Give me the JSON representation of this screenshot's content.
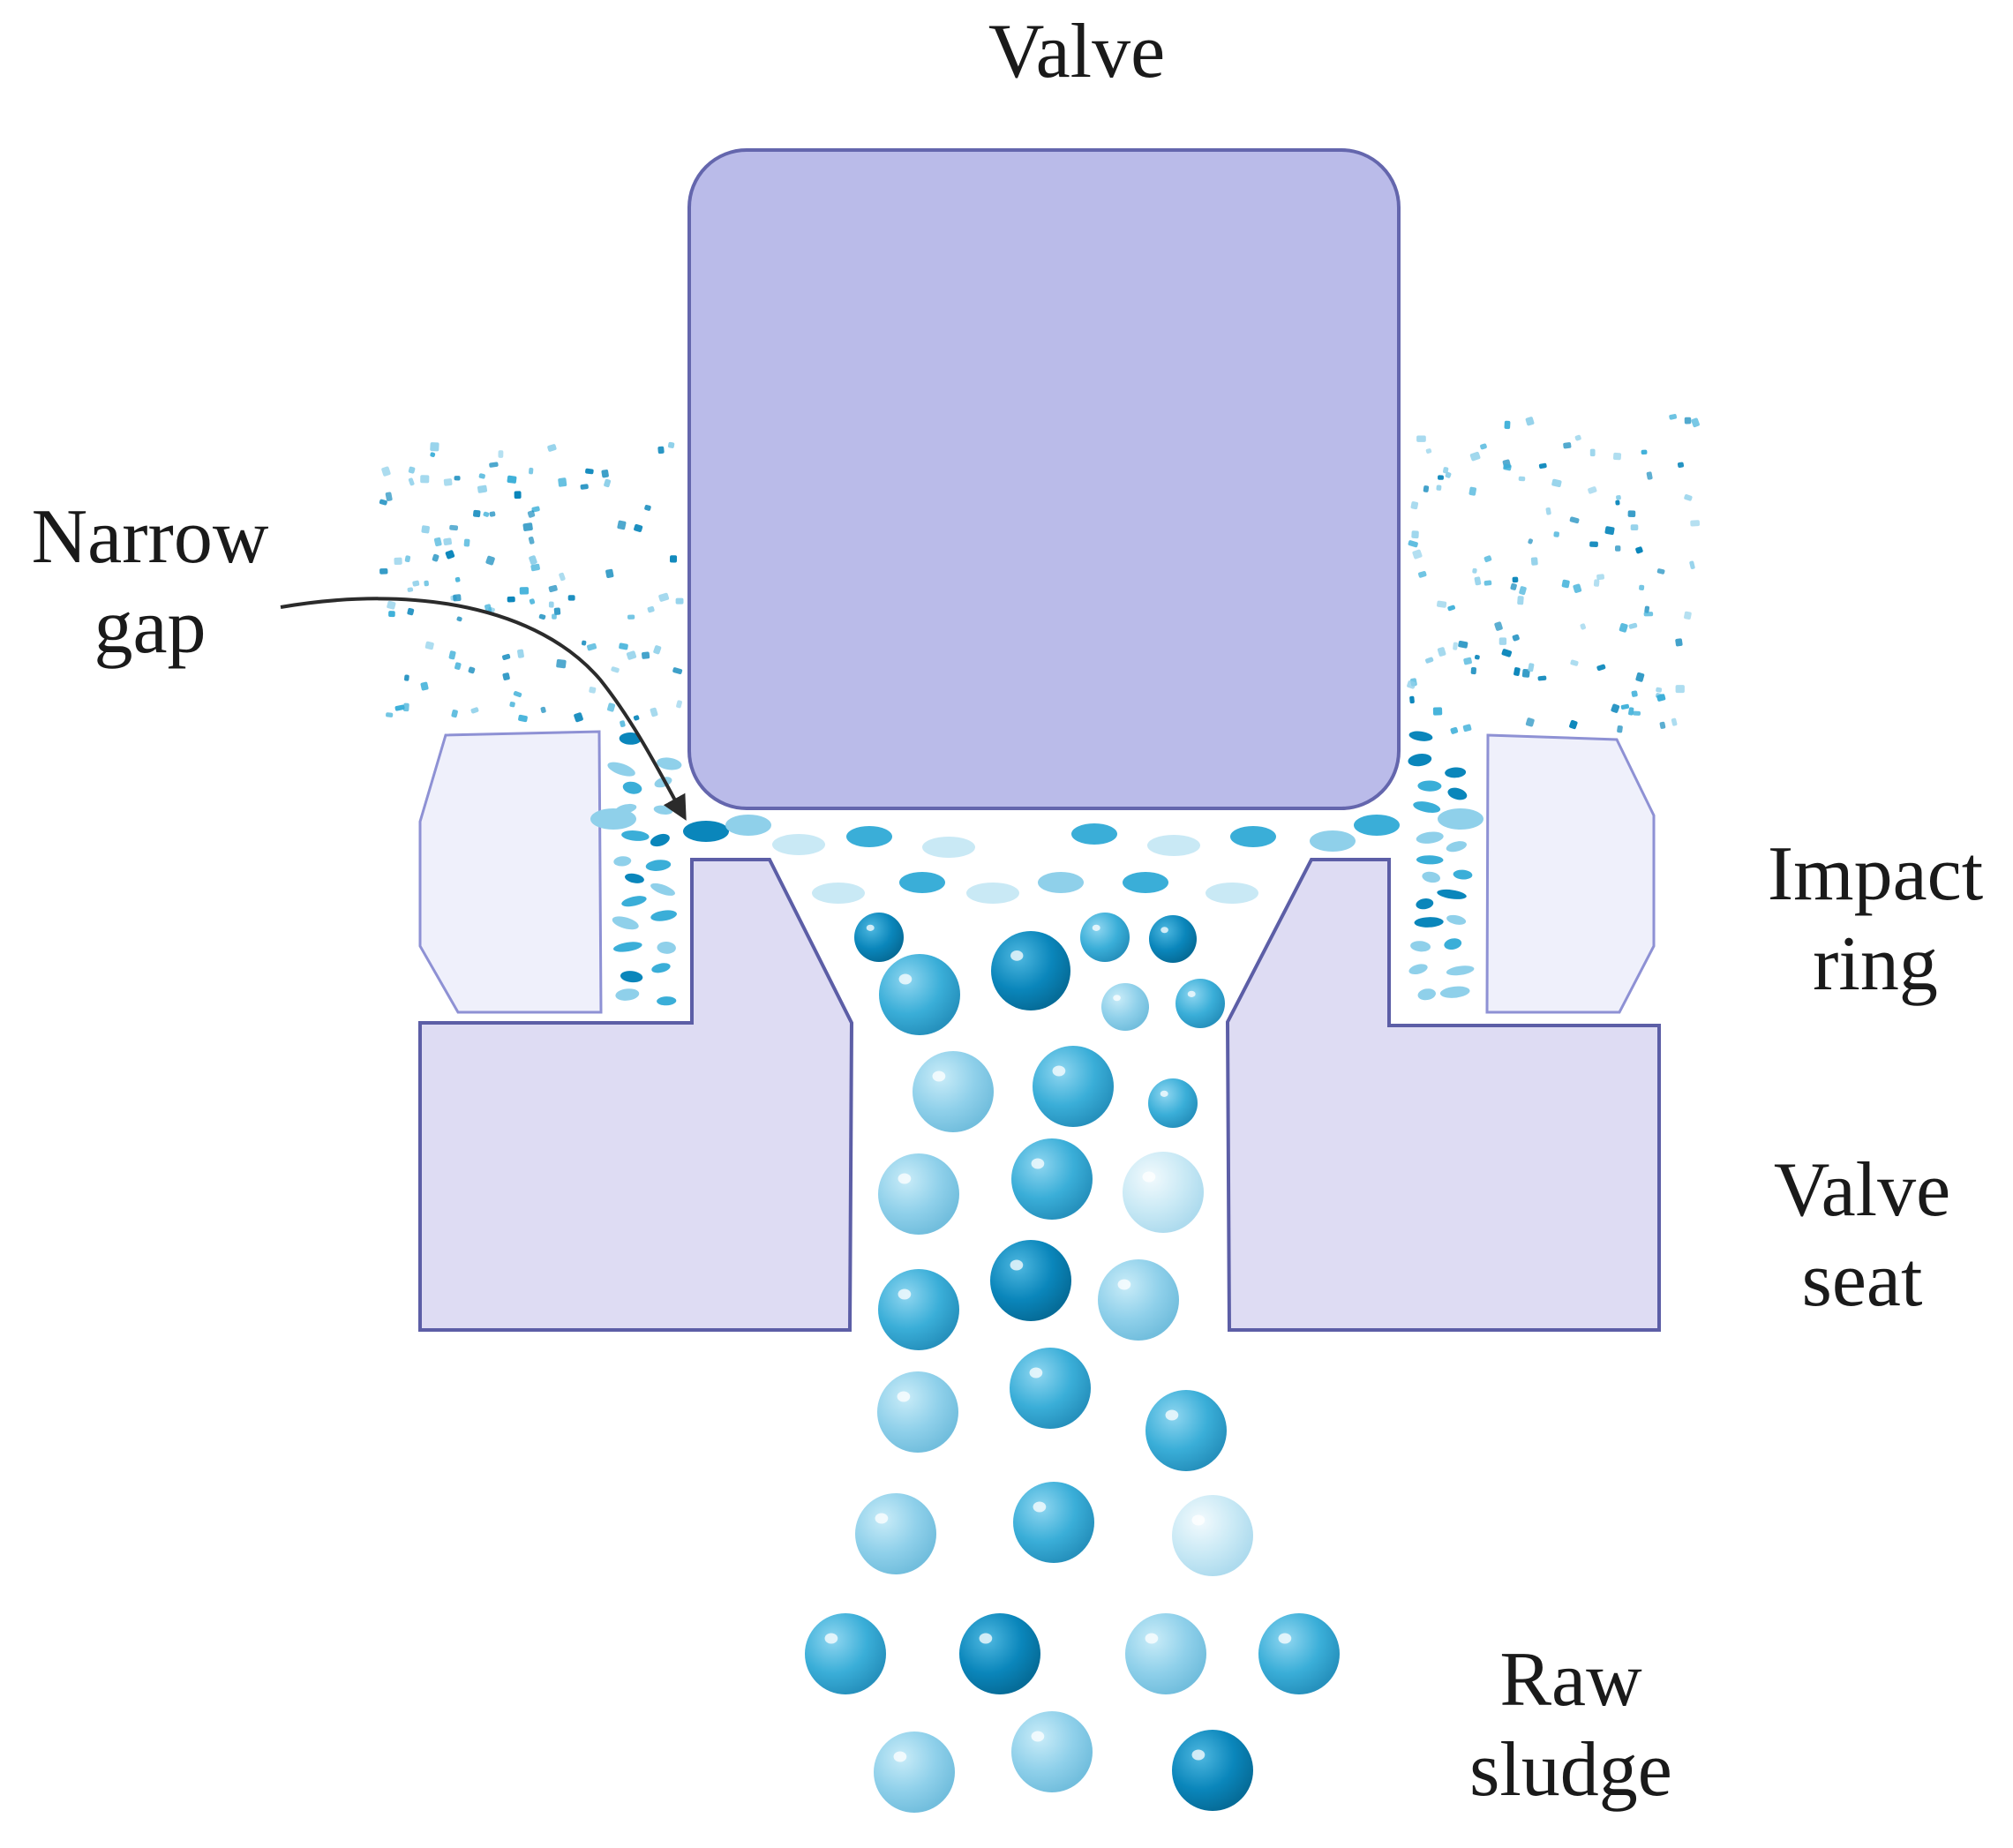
{
  "labels": {
    "valve": "Valve",
    "narrow_gap": [
      "Narrow",
      "gap"
    ],
    "impact_ring": [
      "Impact",
      "ring"
    ],
    "valve_seat": [
      "Valve",
      "seat"
    ],
    "raw_sludge": [
      "Raw",
      "sludge"
    ]
  },
  "colors": {
    "valve_fill": "#babbe9",
    "valve_stroke": "#6466ad",
    "seat_fill": "#dedcf3",
    "seat_stroke": "#5c5ea6",
    "ring_fill": "#eff0fb",
    "ring_stroke": "#8e91d4",
    "droplet_dark": "#0a86bb",
    "droplet_mid": "#3aaed8",
    "droplet_light": "#8fd0ea",
    "droplet_pale": "#c9e9f5",
    "arrow": "#2b2b2b",
    "text": "#1a1a1a"
  }
}
